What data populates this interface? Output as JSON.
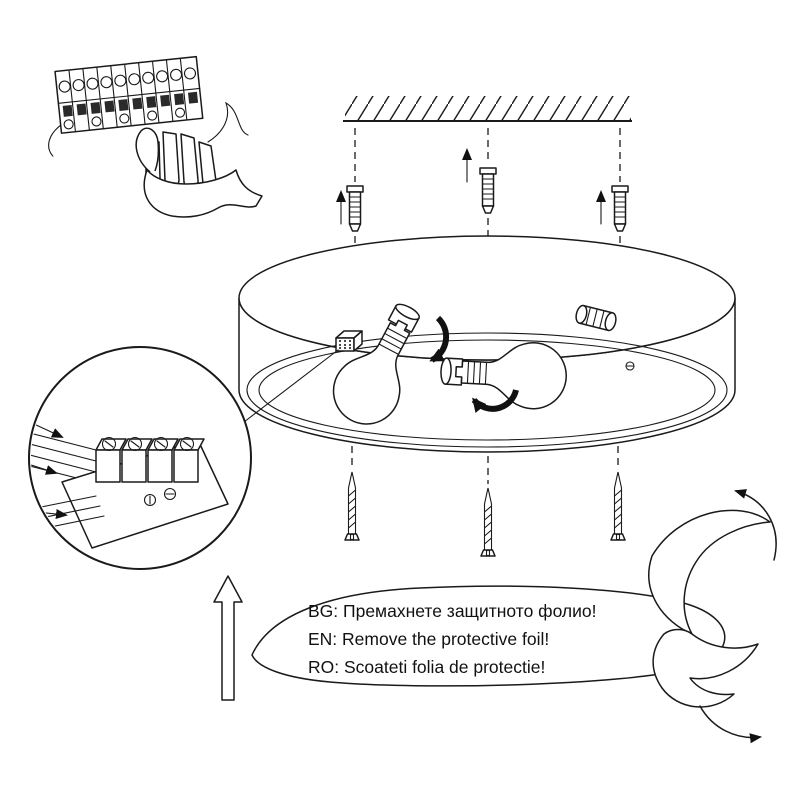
{
  "instructions": {
    "bg": "BG: Премахнете защитното фолио!",
    "en": "EN: Remove the protective foil!",
    "ro": "RO: Scoateti folia de protectie!"
  },
  "colors": {
    "line": "#1a1a1a",
    "background": "#ffffff",
    "clamp_dark": "#2a2a2a"
  },
  "figures": [
    "hand-inserting-wires-icon",
    "terminal-strip-icon",
    "ceiling-hatch-icon",
    "wall-plug-icon",
    "mounting-screw-icon",
    "ceiling-lamp-base-icon",
    "light-bulb-icon",
    "rotation-arrow-icon",
    "wiring-detail-magnifier-icon",
    "speech-bubble-icon",
    "protective-foil-peel-icon",
    "up-arrow-icon"
  ]
}
